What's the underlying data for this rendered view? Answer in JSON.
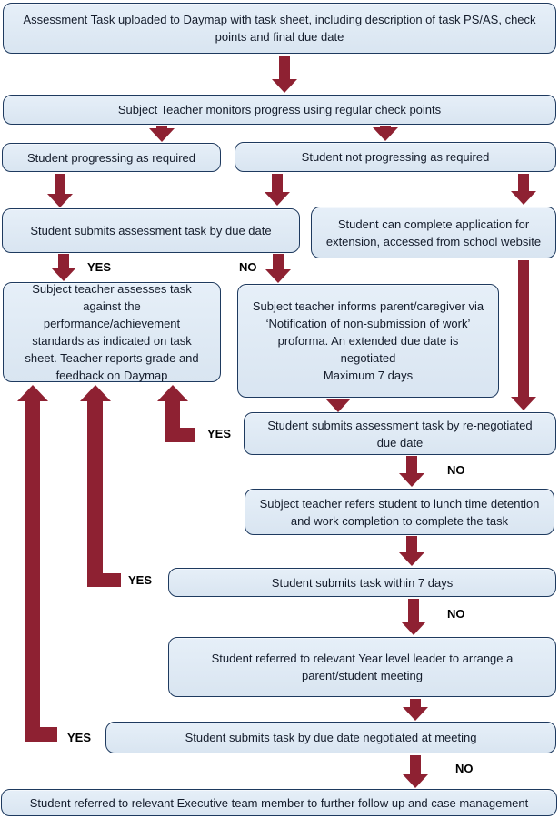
{
  "title": "Assessment task submission flowchart",
  "colors": {
    "box_fill": "#d9e5f1",
    "box_fill_top": "#e6eff8",
    "box_border": "#1e3a5f",
    "arrow": "#8e2132",
    "text": "#141c2b",
    "label": "#000000"
  },
  "labels": {
    "yes": "YES",
    "no": "NO"
  },
  "boxes": {
    "b1": "Assessment Task uploaded to Daymap with task sheet, including description of task PS/AS, check points and final due date",
    "b2": "Subject Teacher monitors progress using regular check points",
    "b3": "Student progressing as required",
    "b4": "Student not progressing as required",
    "b5": "Student submits assessment task by due date",
    "b6": "Student can complete application for extension, accessed from school website",
    "b7": "Subject teacher assesses task against the performance/achievement standards as indicated on task sheet. Teacher reports grade and feedback on Daymap",
    "b8": "Subject teacher informs parent/caregiver via\n‘Notification of non-submission of work’\nproforma. An extended due date is\nnegotiated\nMaximum 7 days",
    "b9": "Student submits assessment task by re-negotiated due date",
    "b10": "Subject teacher refers student to lunch time detention and work completion to complete the task",
    "b11": "Student submits task within 7 days",
    "b12": "Student referred to relevant Year level leader to arrange a parent/student meeting",
    "b13": "Student submits task by due date negotiated at meeting",
    "b14": "Student referred to relevant Executive team member to further follow up and case management"
  }
}
